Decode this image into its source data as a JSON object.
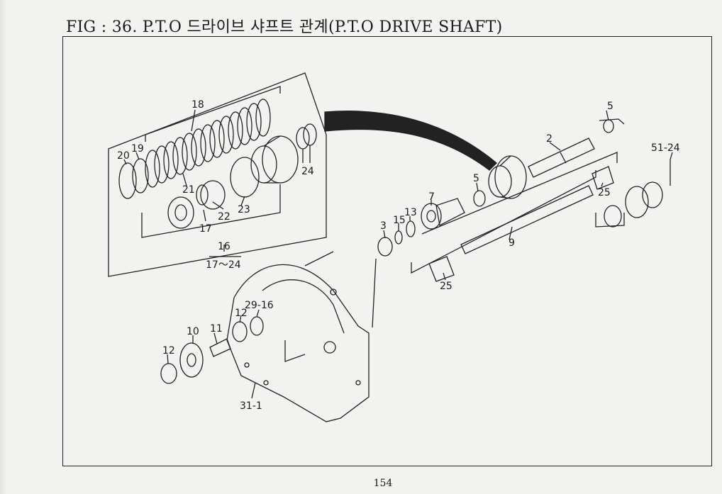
{
  "header": {
    "title": "FIG : 36. P.T.O 드라이브 샤프트 관계(P.T.O DRIVE SHAFT)"
  },
  "callouts": {
    "c18": "18",
    "c19": "19",
    "c20": "20",
    "c21": "21",
    "c22": "22",
    "c23": "23",
    "c24": "24",
    "c17": "17",
    "c16": "16",
    "c17_24": "17～24",
    "c5a": "5",
    "c2": "2",
    "c51_24": "51-24",
    "c5b": "5",
    "c25a": "25",
    "c7": "7",
    "c13": "13",
    "c15": "15",
    "c3": "3",
    "c9": "9",
    "c25b": "25",
    "c29_16": "29-16",
    "c12a": "12",
    "c10": "10",
    "c11": "11",
    "c12b": "12",
    "c31_1": "31-1"
  },
  "footer": {
    "page_number": "154"
  }
}
